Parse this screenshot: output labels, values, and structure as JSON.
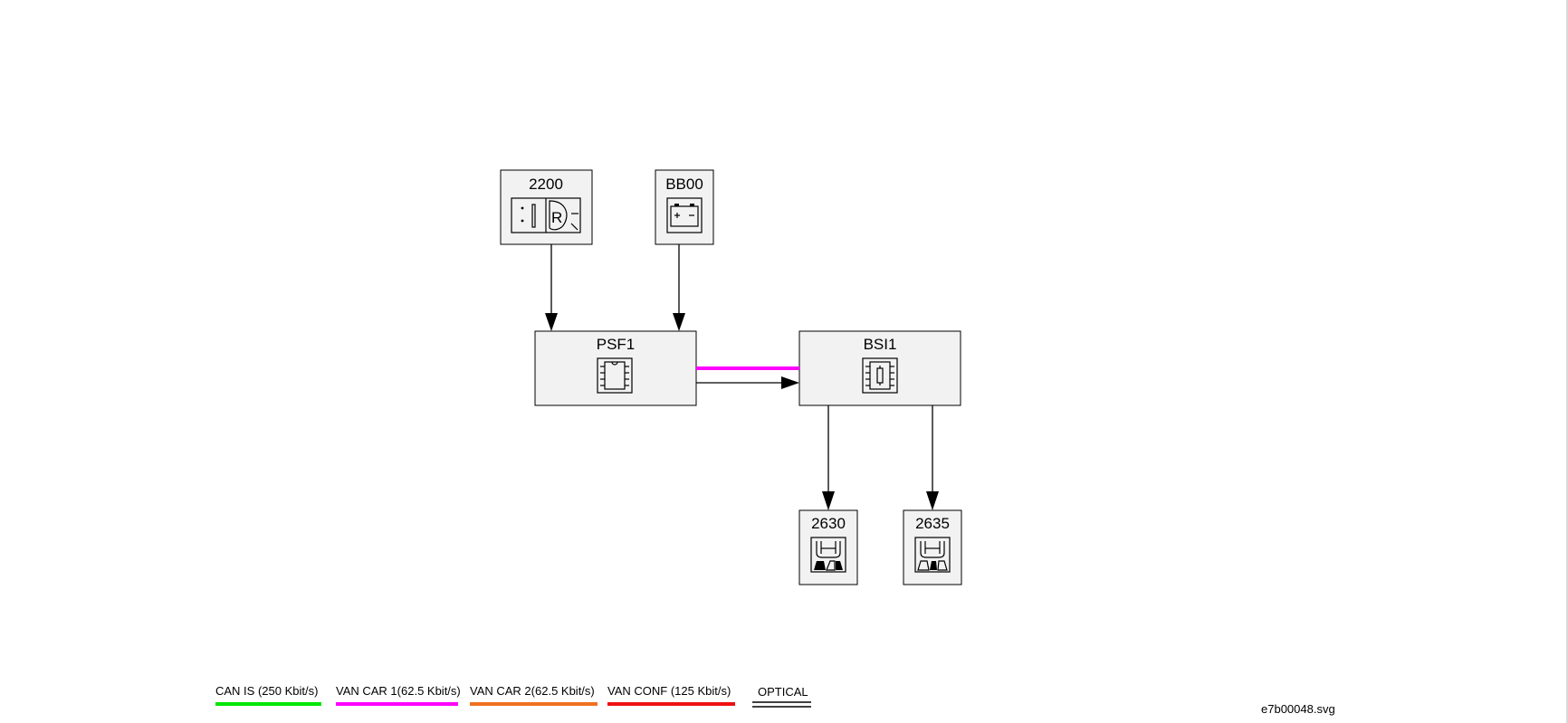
{
  "nodes": {
    "n2200": {
      "label": "2200",
      "icon": "headlamp-switch-icon"
    },
    "bb00": {
      "label": "BB00",
      "icon": "battery-icon"
    },
    "psf1": {
      "label": "PSF1",
      "icon": "chip-icon"
    },
    "bsi1": {
      "label": "BSI1",
      "icon": "ecu-chip-icon"
    },
    "n2630": {
      "label": "2630",
      "icon": "headlamp-left-icon"
    },
    "n2635": {
      "label": "2635",
      "icon": "headlamp-right-icon"
    }
  },
  "links": [
    {
      "from": "2200",
      "to": "PSF1",
      "type": "wire"
    },
    {
      "from": "BB00",
      "to": "PSF1",
      "type": "wire"
    },
    {
      "from": "PSF1",
      "to": "BSI1",
      "type": "VAN CAR 1",
      "color": "#ff00ff"
    },
    {
      "from": "PSF1",
      "to": "BSI1",
      "type": "wire"
    },
    {
      "from": "BSI1",
      "to": "2630",
      "type": "wire"
    },
    {
      "from": "BSI1",
      "to": "2635",
      "type": "wire"
    }
  ],
  "legend": {
    "can_is": {
      "label": "CAN IS (250 Kbit/s)",
      "color": "#00e600"
    },
    "van_car1": {
      "label": "VAN CAR 1(62.5 Kbit/s)",
      "color": "#ff00ff"
    },
    "van_car2": {
      "label": "VAN CAR 2(62.5 Kbit/s)",
      "color": "#f07020"
    },
    "van_conf": {
      "label": "VAN CONF (125 Kbit/s)",
      "color": "#ee1111"
    },
    "optical": {
      "label": "OPTICAL",
      "color": "#000000"
    }
  },
  "file_name": "e7b00048.svg"
}
